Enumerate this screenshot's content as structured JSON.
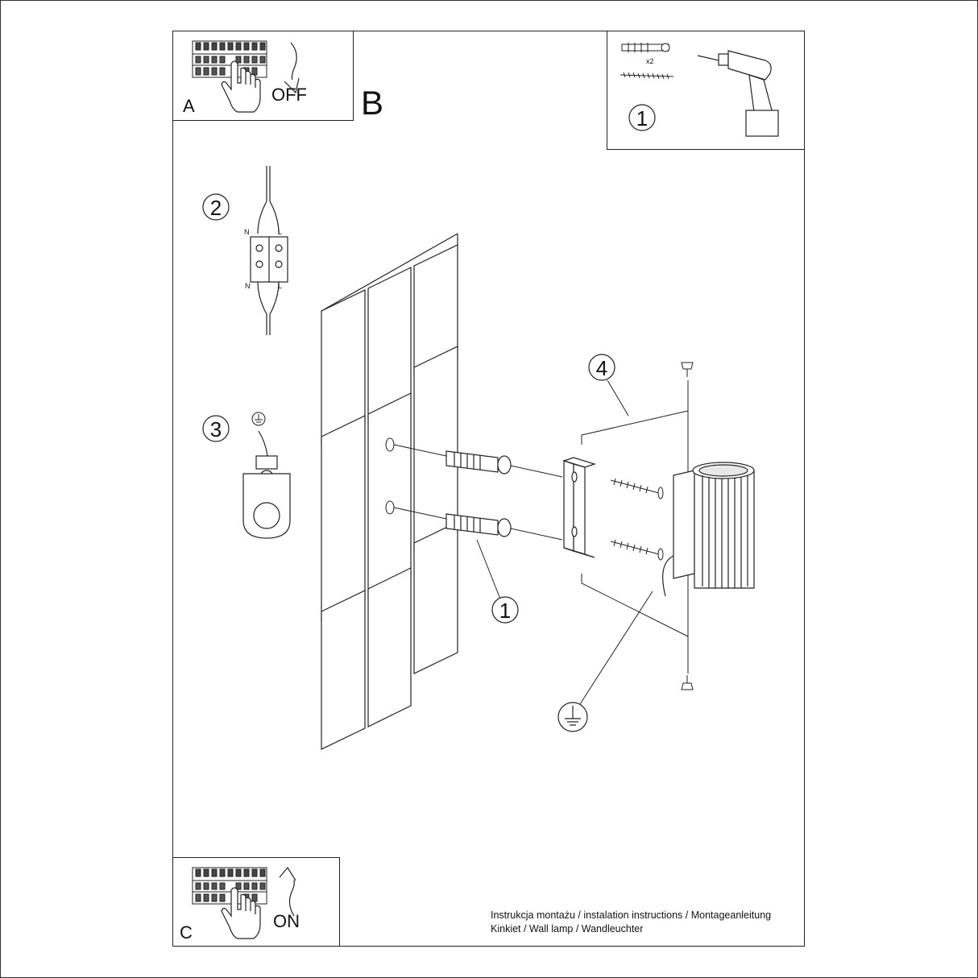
{
  "panel_a": {
    "letter": "A",
    "action": "OFF"
  },
  "section_b": {
    "letter": "B"
  },
  "panel_c": {
    "letter": "C",
    "action": "ON"
  },
  "tools": {
    "quantity": "x2",
    "step": "1"
  },
  "steps": {
    "s1": "1",
    "s2": "2",
    "s3": "3",
    "s4": "4"
  },
  "connector": {
    "top_left": "N",
    "top_right": "L",
    "bottom_left": "N",
    "bottom_right": "L"
  },
  "footer": {
    "line1": "Instrukcja montażu / instalation instructions / Montageanleitung",
    "line2": "Kinkiet / Wall lamp / Wandleuchter"
  },
  "icons": [
    "circuit-breaker-icon",
    "hand-icon",
    "curved-arrow-icon",
    "wall-plug-icon",
    "screw-icon",
    "drill-icon",
    "ground-icon",
    "terminal-block-icon"
  ]
}
